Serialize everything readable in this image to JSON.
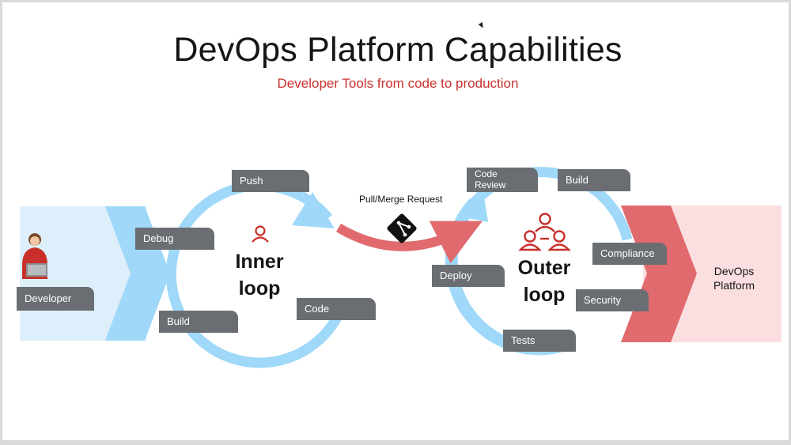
{
  "header": {
    "title": "DevOps Platform Capabilities",
    "subtitle": "Developer Tools from code to production"
  },
  "developer": {
    "label": "Developer"
  },
  "inner_loop": {
    "title_line1": "Inner",
    "title_line2": "loop",
    "steps": [
      "Push",
      "Debug",
      "Build",
      "Code"
    ]
  },
  "transition": {
    "label": "Pull/Merge Request"
  },
  "outer_loop": {
    "title_line1": "Outer",
    "title_line2": "loop",
    "steps": [
      "Code Review",
      "Build",
      "Compliance",
      "Deploy",
      "Security",
      "Tests"
    ]
  },
  "platform": {
    "line1": "DevOps",
    "line2": "Platform"
  },
  "colors": {
    "loop_blue": "#9fd8f8",
    "accent_red": "#c9302c",
    "chevron_red": "#e06a6e",
    "tag_gray": "#6a6e73",
    "platform_pink": "#fbdfe0",
    "developer_bg": "#ddeffb"
  }
}
